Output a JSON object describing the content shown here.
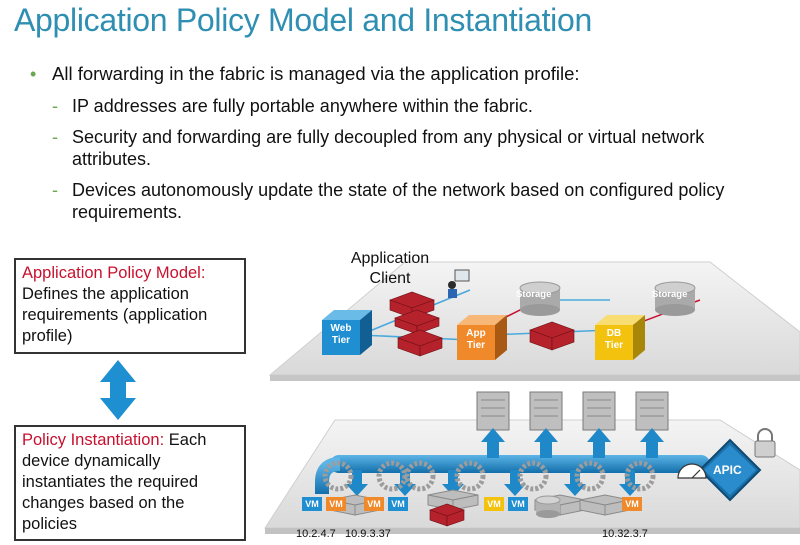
{
  "title": "Application Policy Model and Instantiation",
  "bullet": "All forwarding in the fabric is managed via the application profile:",
  "subbullets": [
    "IP addresses are fully portable anywhere within the fabric.",
    "Security and forwarding are fully decoupled from any physical or virtual network attributes.",
    "Devices autonomously update the state of the network based on configured policy requirements."
  ],
  "model_box": {
    "heading": "Application Policy Model:",
    "text": "Defines the application requirements (application profile)"
  },
  "instantiation_box": {
    "heading": "Policy Instantiation:",
    "text": " Each device dynamically instantiates the required changes based on the policies"
  },
  "diagram": {
    "client_label": "Application Client",
    "tiers": {
      "web": "Web Tier",
      "app": "App Tier",
      "db": "DB Tier"
    },
    "storage": "Storage",
    "apic": "APIC",
    "vm": "VM",
    "ips": [
      "10.2.4.7",
      "10.9.3.37",
      "10.32.3.7"
    ]
  },
  "colors": {
    "title": "#2e8fb3",
    "web_tier": "#1f8fd1",
    "app_tier": "#f0892a",
    "db_tier": "#f2c20f",
    "firewall": "#b5222b",
    "fabric_blue": "#1e88c8",
    "accent_red": "#c8102e"
  }
}
